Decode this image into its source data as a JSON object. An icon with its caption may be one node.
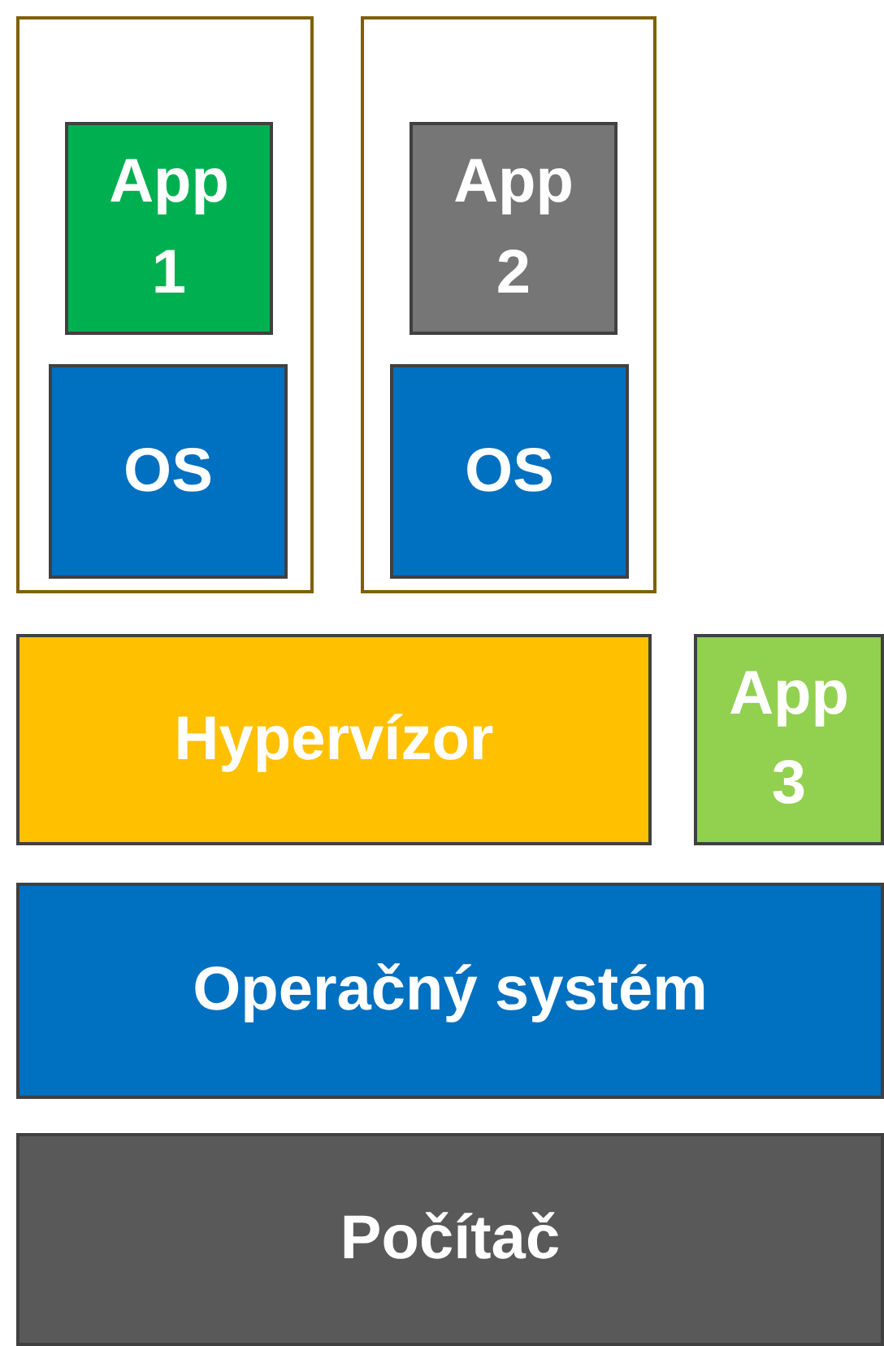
{
  "diagram": {
    "nodes": [
      {
        "text": [],
        "shape": "box"
      },
      {
        "text": [
          "App 1"
        ],
        "in": 0
      },
      {
        "text": [
          "OS"
        ],
        "in": 0
      },
      {
        "text": [],
        "shape": "box"
      },
      {
        "text": [
          "App 2"
        ],
        "in": 3
      },
      {
        "text": [
          "OS"
        ],
        "in": 3
      },
      {
        "text": [
          "Hypervízor"
        ]
      },
      {
        "text": [
          "App 3"
        ]
      },
      {
        "text": [
          "Operačný systém"
        ]
      },
      {
        "text": [
          "Počítač"
        ]
      }
    ]
  }
}
